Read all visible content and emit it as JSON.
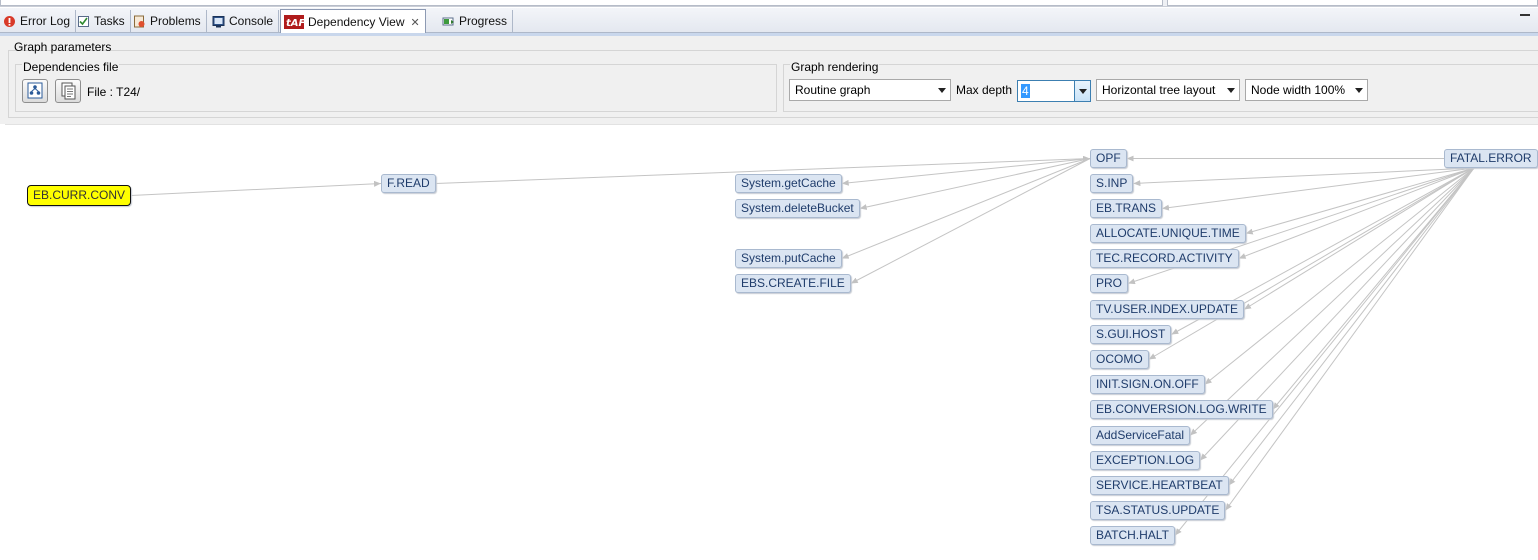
{
  "tabs": [
    {
      "label": "Error Log",
      "icon": "error-log-icon"
    },
    {
      "label": "Tasks",
      "icon": "tasks-icon"
    },
    {
      "label": "Problems",
      "icon": "problems-icon"
    },
    {
      "label": "Console",
      "icon": "console-icon"
    },
    {
      "label": "Dependency View",
      "icon": "taf-icon",
      "active": true
    },
    {
      "label": "Progress",
      "icon": "progress-icon"
    }
  ],
  "params": {
    "title": "Graph parameters",
    "dependencies": {
      "title": "Dependencies file",
      "file_label": "File : T24/"
    },
    "rendering": {
      "title": "Graph rendering",
      "graph_type": "Routine graph",
      "max_depth_label": "Max depth",
      "max_depth_value": "4",
      "layout": "Horizontal tree layout",
      "node_width": "Node width 100%"
    }
  },
  "graph": {
    "root": "EB.CURR.CONV",
    "nodes": {
      "root": "EB.CURR.CONV",
      "fread": "F.READ",
      "getcache": "System.getCache",
      "deletebucket": "System.deleteBucket",
      "putcache": "System.putCache",
      "ebscreate": "EBS.CREATE.FILE",
      "opf": "OPF",
      "sinp": "S.INP",
      "ebtrans": "EB.TRANS",
      "allocate": "ALLOCATE.UNIQUE.TIME",
      "tecrecord": "TEC.RECORD.ACTIVITY",
      "pro": "PRO",
      "tvuser": "TV.USER.INDEX.UPDATE",
      "sguihost": "S.GUI.HOST",
      "ocomo": "OCOMO",
      "initsign": "INIT.SIGN.ON.OFF",
      "ebconv": "EB.CONVERSION.LOG.WRITE",
      "addservice": "AddServiceFatal",
      "exception": "EXCEPTION.LOG",
      "heartbeat": "SERVICE.HEARTBEAT",
      "tsastatus": "TSA.STATUS.UPDATE",
      "batchhalt": "BATCH.HALT",
      "fatal": "FATAL.ERROR"
    },
    "edges": [
      [
        "root",
        "fread"
      ],
      [
        "fread",
        "opf"
      ],
      [
        "opf",
        "getcache"
      ],
      [
        "opf",
        "deletebucket"
      ],
      [
        "opf",
        "putcache"
      ],
      [
        "opf",
        "ebscreate"
      ],
      [
        "fatal",
        "opf"
      ],
      [
        "fatal",
        "sinp"
      ],
      [
        "fatal",
        "ebtrans"
      ],
      [
        "fatal",
        "allocate"
      ],
      [
        "fatal",
        "tecrecord"
      ],
      [
        "fatal",
        "pro"
      ],
      [
        "fatal",
        "tvuser"
      ],
      [
        "fatal",
        "sguihost"
      ],
      [
        "fatal",
        "ocomo"
      ],
      [
        "fatal",
        "initsign"
      ],
      [
        "fatal",
        "ebconv"
      ],
      [
        "fatal",
        "addservice"
      ],
      [
        "fatal",
        "exception"
      ],
      [
        "fatal",
        "heartbeat"
      ],
      [
        "fatal",
        "tsastatus"
      ],
      [
        "fatal",
        "batchhalt"
      ]
    ]
  }
}
